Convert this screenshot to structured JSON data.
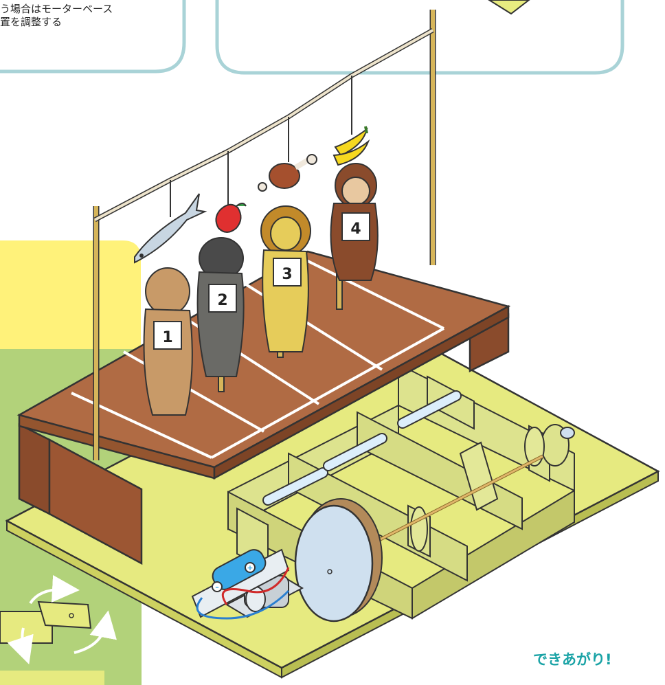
{
  "note": {
    "line1": "う場合はモーターベース",
    "line2": "置を調整する"
  },
  "bibs": [
    "1",
    "2",
    "3",
    "4"
  ],
  "caption": "できあがり!",
  "colors": {
    "panel_border": "#a9d3d7",
    "table_top": "#b06b44",
    "table_leg": "#8a4b2c",
    "base_board": "#e6ea80",
    "frame_wood": "#dde38e",
    "pole": "#d6b55a",
    "yellow_panel": "#fff27a",
    "green_panel": "#b2d27a",
    "caption": "#1aa3a6",
    "wheel": "#cfe0ef",
    "battery": "#3aa8e6"
  },
  "icons": [
    "fish-icon",
    "apple-icon",
    "meat-icon",
    "banana-icon",
    "rotate-arrow-icon"
  ]
}
